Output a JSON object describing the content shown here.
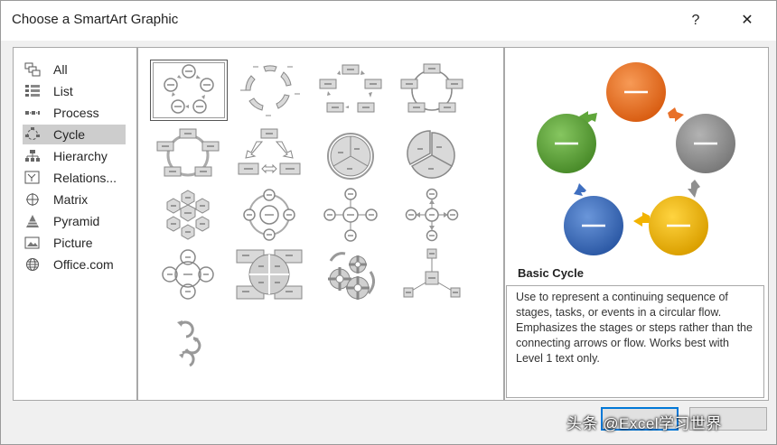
{
  "window": {
    "title": "Choose a SmartArt Graphic",
    "help_glyph": "?",
    "close_glyph": "✕"
  },
  "categories": [
    {
      "label": "All",
      "icon": "all-icon"
    },
    {
      "label": "List",
      "icon": "list-icon"
    },
    {
      "label": "Process",
      "icon": "process-icon"
    },
    {
      "label": "Cycle",
      "icon": "cycle-icon",
      "selected": true
    },
    {
      "label": "Hierarchy",
      "icon": "hierarchy-icon"
    },
    {
      "label": "Relations...",
      "icon": "relationship-icon"
    },
    {
      "label": "Matrix",
      "icon": "matrix-icon"
    },
    {
      "label": "Pyramid",
      "icon": "pyramid-icon"
    },
    {
      "label": "Picture",
      "icon": "picture-icon"
    },
    {
      "label": "Office.com",
      "icon": "globe-icon"
    }
  ],
  "gallery": {
    "selected_index": 0,
    "count": 17
  },
  "preview": {
    "name": "Basic Cycle",
    "description": "Use to represent a continuing sequence of stages, tasks, or events in a circular flow. Emphasizes the stages or steps rather than the connecting arrows or flow. Works best with Level 1 text only.",
    "node_colors": [
      "#e8712a",
      "#8f8f8f",
      "#f2b300",
      "#3f6fc0",
      "#5fa63a"
    ]
  },
  "watermark": "头条 @Excel学习世界"
}
